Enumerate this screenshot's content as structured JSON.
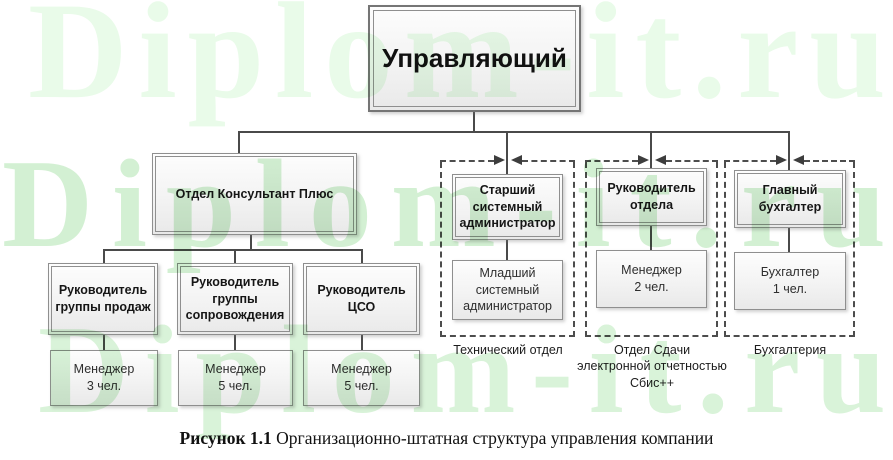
{
  "watermark": {
    "text": "Diplom-it.ru",
    "colors": [
      "#e9fbe9",
      "#d3f0d3",
      "#d9f3d9"
    ]
  },
  "style_colors": {
    "connector_line": "#4a4a4a",
    "box_border": "#8f8f8f",
    "box_fill_top": "#fdfdfd",
    "box_fill_bottom": "#e9e9e9"
  },
  "nodes": {
    "root": "Управляющий",
    "dept": "Отдел Консультант Плюс",
    "leads": [
      {
        "label": "Руководитель группы продаж",
        "manager": "Менеджер\n3 чел."
      },
      {
        "label": "Руководитель группы сопровождения",
        "manager": "Менеджер\n5 чел."
      },
      {
        "label": "Руководитель ЦСО",
        "manager": "Менеджер\n5 чел."
      }
    ],
    "groups": [
      {
        "head": "Старший системный администратор",
        "sub": "Младший системный администратор",
        "name": "Технический отдел"
      },
      {
        "head": "Руководитель отдела",
        "sub": "Менеджер\n2 чел.",
        "name": "Отдел Сдачи электронной отчетностью Сбис++"
      },
      {
        "head": "Главный бухгалтер",
        "sub": "Бухгалтер\n1 чел.",
        "name": "Бухгалтерия"
      }
    ]
  },
  "caption": {
    "label": "Рисунок 1.1",
    "text": " Организационно-штатная структура управления компании"
  }
}
